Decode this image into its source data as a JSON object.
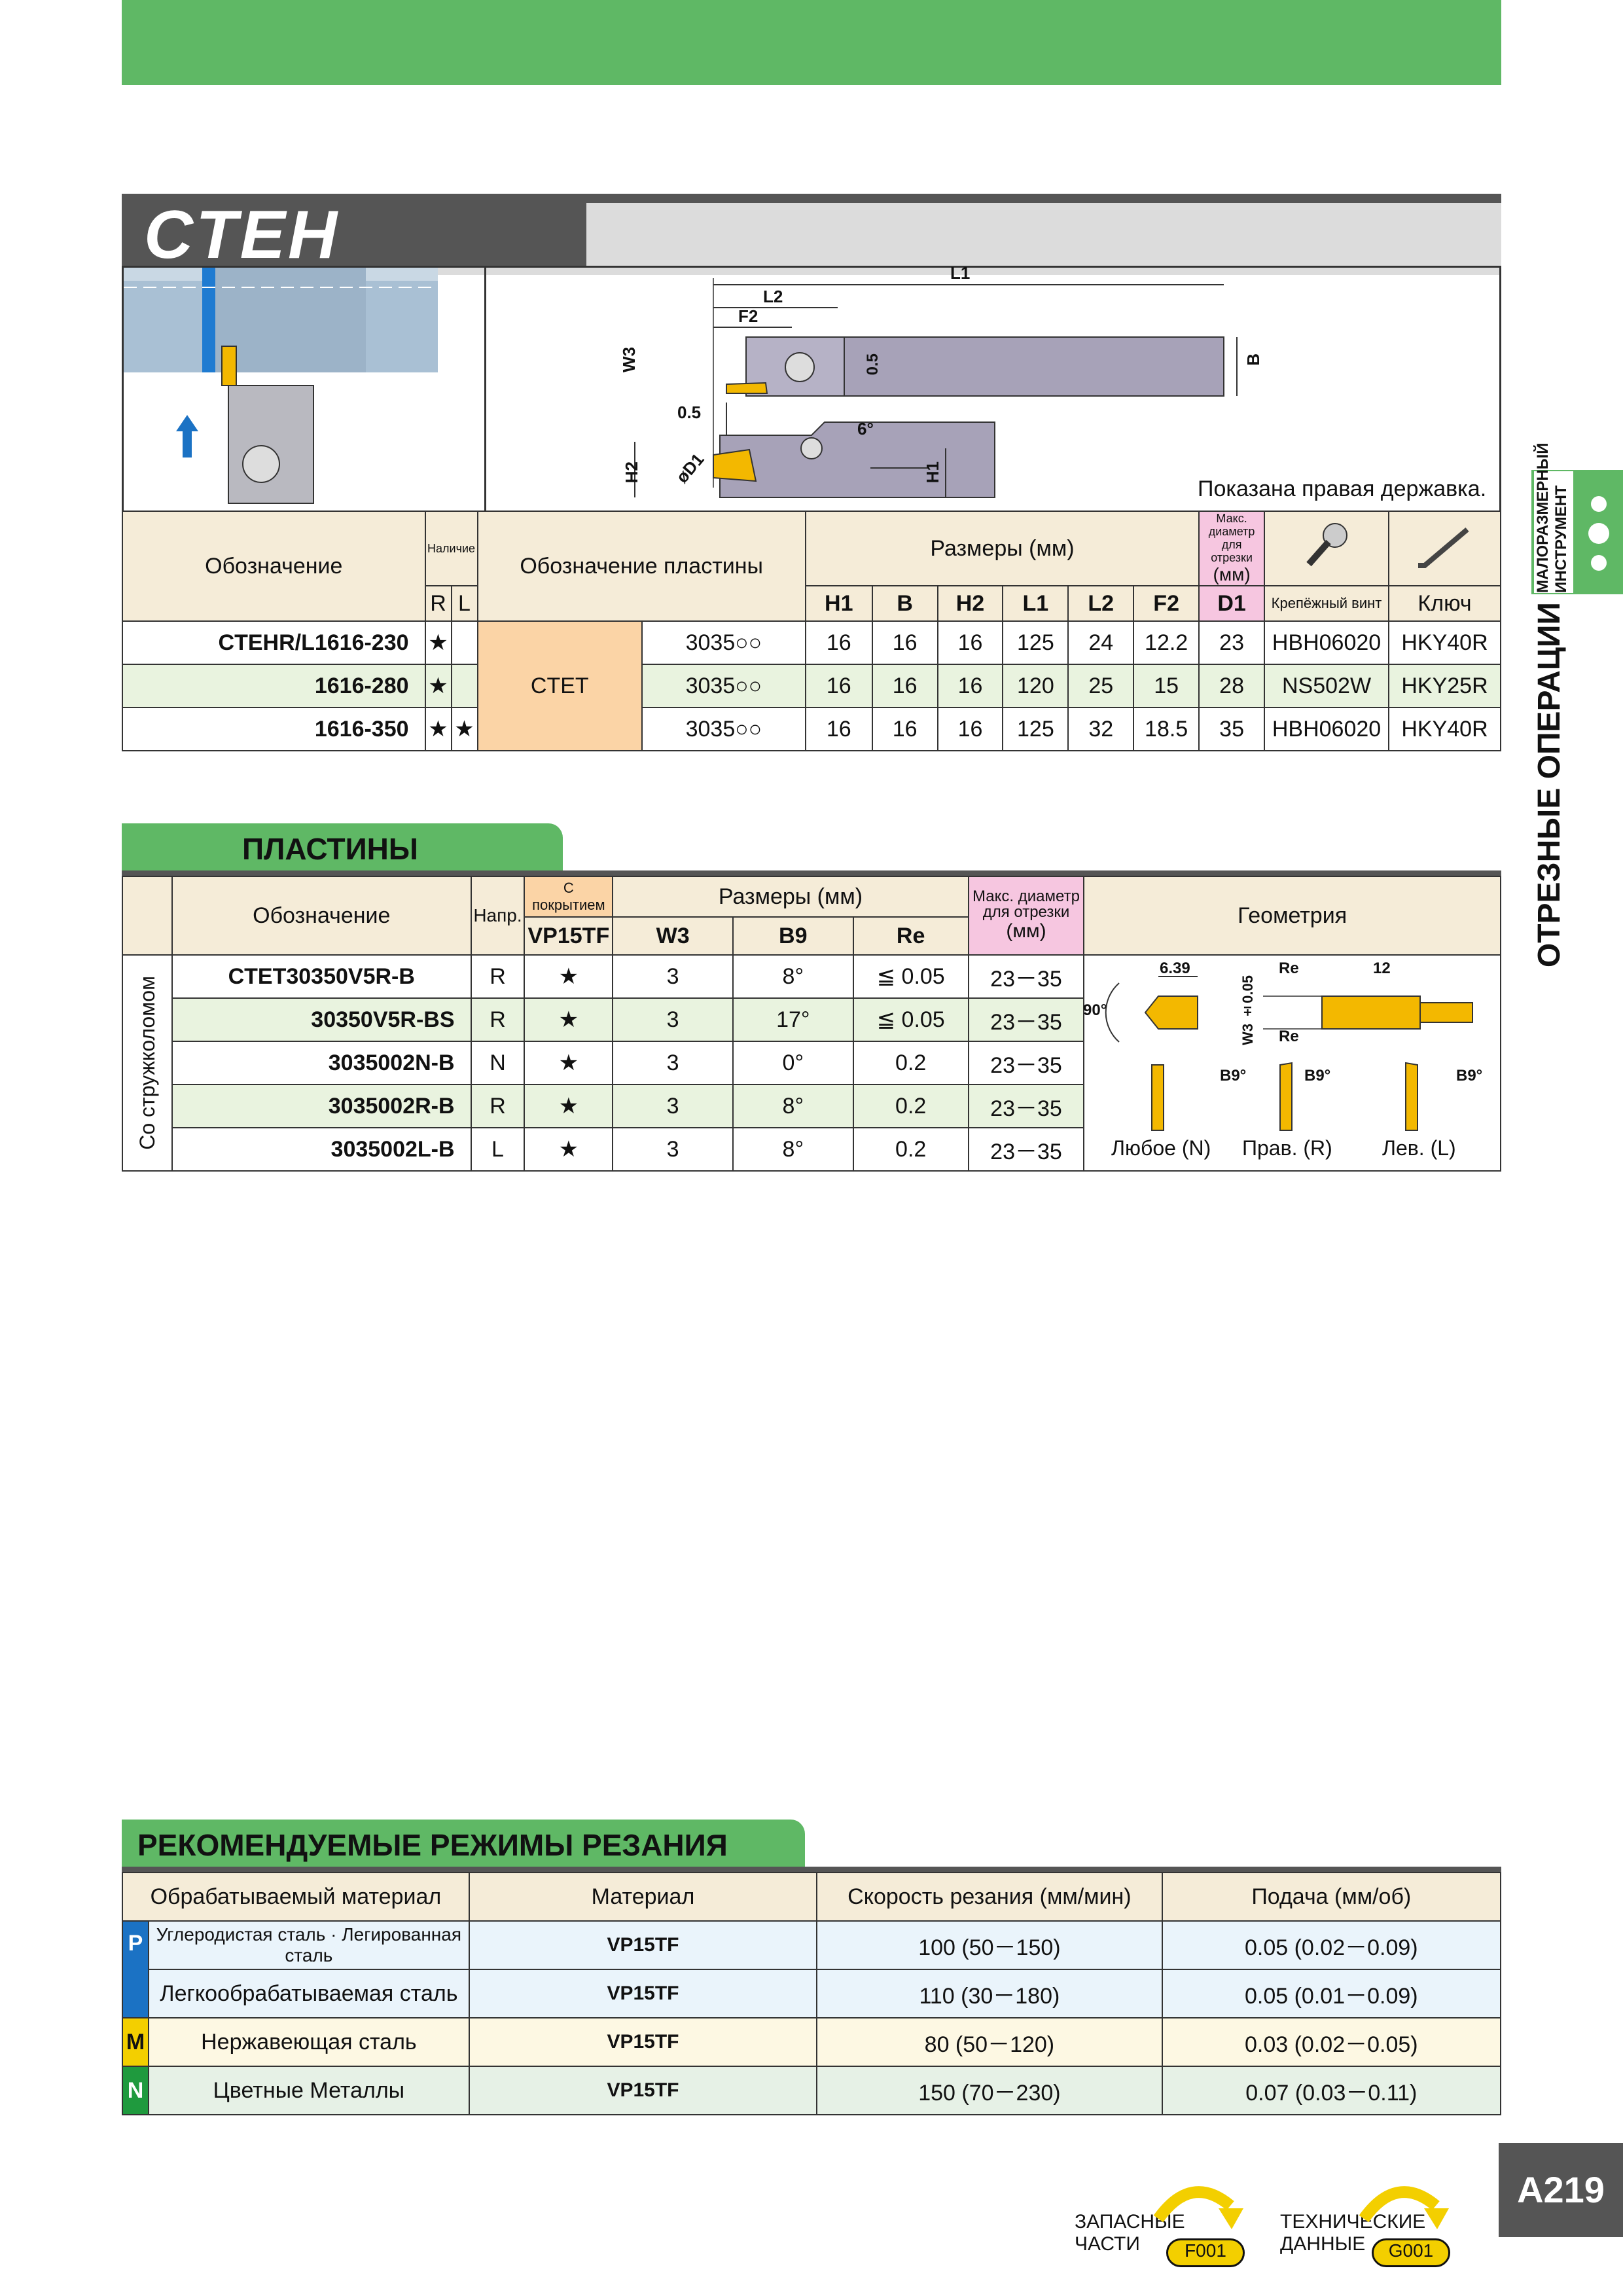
{
  "header": {
    "title": "CTEH"
  },
  "diagram": {
    "labels": {
      "L1": "L1",
      "L2": "L2",
      "F2": "F2",
      "W3": "W3",
      "B": "B",
      "H1": "H1",
      "H2": "H2",
      "D1": "øD1",
      "v05a": "0.5",
      "v05b": "0.5",
      "angle6": "6°"
    },
    "caption": "Показана правая державка."
  },
  "holders": {
    "col_designation": "Обозначение",
    "col_availability": "Наличие",
    "col_R": "R",
    "col_L": "L",
    "col_insert": "Обозначение пластины",
    "col_dimensions": "Размеры (мм)",
    "col_max_title": "Макс. диаметр для отрезки",
    "col_max_unit": "(мм)",
    "col_D1": "D1",
    "col_screw": "Крепёжный винт",
    "col_key": "Ключ",
    "dim_headers": [
      "H1",
      "B",
      "H2",
      "L1",
      "L2",
      "F2"
    ],
    "insert_group": "CTET",
    "rows": [
      {
        "designation": "CTEHR/L1616-230",
        "R": "★",
        "L": "",
        "insert": "3035○○",
        "dims": [
          "16",
          "16",
          "16",
          "125",
          "24",
          "12.2"
        ],
        "D1": "23",
        "screw": "HBH06020",
        "key": "HKY40R"
      },
      {
        "designation": "1616-280",
        "R": "★",
        "L": "",
        "insert": "3035○○",
        "dims": [
          "16",
          "16",
          "16",
          "120",
          "25",
          "15"
        ],
        "D1": "28",
        "screw": "NS502W",
        "key": "HKY25R"
      },
      {
        "designation": "1616-350",
        "R": "★",
        "L": "★",
        "insert": "3035○○",
        "dims": [
          "16",
          "16",
          "16",
          "125",
          "32",
          "18.5"
        ],
        "D1": "35",
        "screw": "HBH06020",
        "key": "HKY40R"
      }
    ]
  },
  "inserts": {
    "section_title": "ПЛАСТИНЫ",
    "col_designation": "Обозначение",
    "col_dir": "Напр.",
    "col_coated": "С покрытием",
    "col_grade": "VP15TF",
    "col_dimensions": "Размеры (мм)",
    "dim_headers": [
      "W3",
      "B9",
      "Re"
    ],
    "col_max_title": "Макс. диаметр для отрезки",
    "col_max_unit": "(мм)",
    "col_geometry": "Геометрия",
    "side_label": "Со стружколомом",
    "rows": [
      {
        "designation": "CTET30350V5R-B",
        "dir": "R",
        "grade": "★",
        "W3": "3",
        "B9": "8°",
        "Re": "≦ 0.05",
        "range": "23－35"
      },
      {
        "designation": "30350V5R-BS",
        "dir": "R",
        "grade": "★",
        "W3": "3",
        "B9": "17°",
        "Re": "≦ 0.05",
        "range": "23－35"
      },
      {
        "designation": "3035002N-B",
        "dir": "N",
        "grade": "★",
        "W3": "3",
        "B9": "0°",
        "Re": "0.2",
        "range": "23－35"
      },
      {
        "designation": "3035002R-B",
        "dir": "R",
        "grade": "★",
        "W3": "3",
        "B9": "8°",
        "Re": "0.2",
        "range": "23－35"
      },
      {
        "designation": "3035002L-B",
        "dir": "L",
        "grade": "★",
        "W3": "3",
        "B9": "8°",
        "Re": "0.2",
        "range": "23－35"
      }
    ],
    "geometry_labels": {
      "d639": "6.39",
      "re": "Re",
      "d12": "12",
      "a90": "90°",
      "w3": "W3 ±0.05",
      "re2": "Re",
      "b9a": "B9°",
      "b9b": "B9°",
      "b9c": "B9°",
      "any": "Любое (N)",
      "right": "Прав. (R)",
      "left": "Лев. (L)"
    }
  },
  "cutting": {
    "section_title": "РЕКОМЕНДУЕМЫЕ РЕЖИМЫ РЕЗАНИЯ",
    "headers": [
      "Обрабатываемый материал",
      "Материал",
      "Скорость резания (мм/мин)",
      "Подача (мм/об)"
    ],
    "rows": [
      {
        "group": "P",
        "material": "Углеродистая сталь · Легированная сталь",
        "grade": "VP15TF",
        "speed": "100 (50－150)",
        "feed": "0.05 (0.02－0.09)"
      },
      {
        "group": "",
        "material": "Легкообрабатываемая сталь",
        "grade": "VP15TF",
        "speed": "110 (30－180)",
        "feed": "0.05 (0.01－0.09)"
      },
      {
        "group": "M",
        "material": "Нержавеющая сталь",
        "grade": "VP15TF",
        "speed": "80 (50－120)",
        "feed": "0.03 (0.02－0.05)"
      },
      {
        "group": "N",
        "material": "Цветные Металлы",
        "grade": "VP15TF",
        "speed": "150 (70－230)",
        "feed": "0.07 (0.03－0.11)"
      }
    ]
  },
  "side": {
    "tab": "МАЛОРАЗМЕРНЫЙ ИНСТРУМЕНТ",
    "label": "ОТРЕЗНЫЕ ОПЕРАЦИИ"
  },
  "footer": {
    "page": "A219",
    "spare_l1": "ЗАПАСНЫЕ",
    "spare_l2": "ЧАСТИ",
    "spare_code": "F001",
    "tech_l1": "ТЕХНИЧЕСКИЕ",
    "tech_l2": "ДАННЫЕ",
    "tech_code": "G001"
  },
  "colors": {
    "green": "#5fb865",
    "gray": "#555555",
    "insert_yellow": "#f3b800"
  }
}
